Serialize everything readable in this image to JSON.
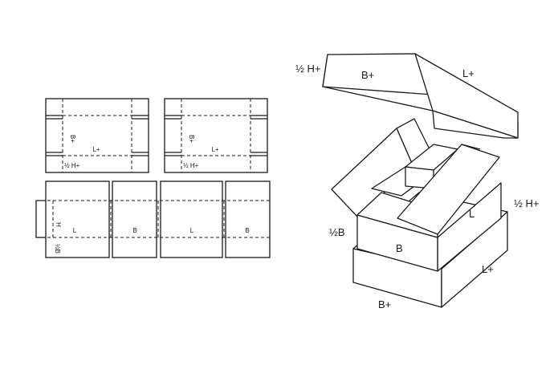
{
  "labels": {
    "half_h_plus": "½ H+",
    "b_plus": "B+",
    "l_plus": "L+",
    "h": "H",
    "l": "L",
    "b": "B",
    "half_b": "½B"
  }
}
